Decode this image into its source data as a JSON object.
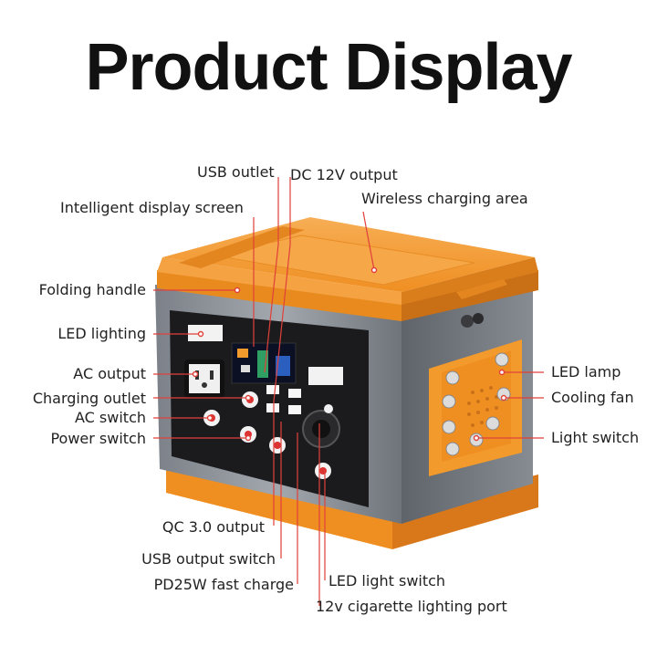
{
  "title": "Product Display",
  "labels": {
    "usb_outlet": "USB outlet",
    "dc_12v_output": "DC 12V output",
    "intelligent_display_screen": "Intelligent display screen",
    "wireless_charging_area": "Wireless charging area",
    "folding_handle": "Folding handle",
    "led_lighting": "LED lighting",
    "led_lamp": "LED lamp",
    "ac_output": "AC output",
    "cooling_fan": "Cooling fan",
    "charging_outlet": "Charging outlet",
    "ac_switch": "AC switch",
    "light_switch": "Light switch",
    "power_switch": "Power switch",
    "qc30_output": "QC 3.0 output",
    "usb_output_switch": "USB output switch",
    "pd25w_fast_charge": "PD25W fast charge",
    "led_light_switch": "LED light switch",
    "cigarette_port": "12v cigarette lighting port"
  },
  "colors": {
    "accent": "#f39a2c",
    "leader": "#e0403a",
    "body": "#8a8f96",
    "panel": "#1b1b1e"
  }
}
